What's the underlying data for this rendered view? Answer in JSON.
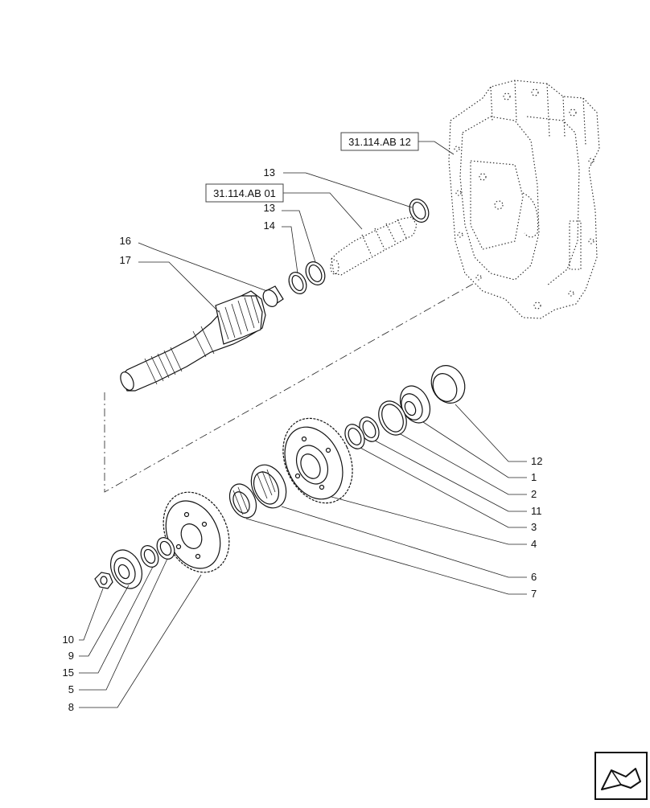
{
  "diagram": {
    "references": [
      {
        "id": "ref-housing",
        "label": "31.114.AB 12"
      },
      {
        "id": "ref-shaft",
        "label": "31.114.AB 01"
      }
    ],
    "callouts": [
      {
        "id": "c13a",
        "label": "13"
      },
      {
        "id": "c13b",
        "label": "13"
      },
      {
        "id": "c14",
        "label": "14"
      },
      {
        "id": "c16",
        "label": "16"
      },
      {
        "id": "c17",
        "label": "17"
      },
      {
        "id": "c12",
        "label": "12"
      },
      {
        "id": "c1",
        "label": "1"
      },
      {
        "id": "c2",
        "label": "2"
      },
      {
        "id": "c11",
        "label": "11"
      },
      {
        "id": "c3",
        "label": "3"
      },
      {
        "id": "c4",
        "label": "4"
      },
      {
        "id": "c6",
        "label": "6"
      },
      {
        "id": "c7",
        "label": "7"
      },
      {
        "id": "c10",
        "label": "10"
      },
      {
        "id": "c9",
        "label": "9"
      },
      {
        "id": "c15",
        "label": "15"
      },
      {
        "id": "c5",
        "label": "5"
      },
      {
        "id": "c8",
        "label": "8"
      }
    ],
    "nav_icon": "next-page-arrow-icon"
  }
}
